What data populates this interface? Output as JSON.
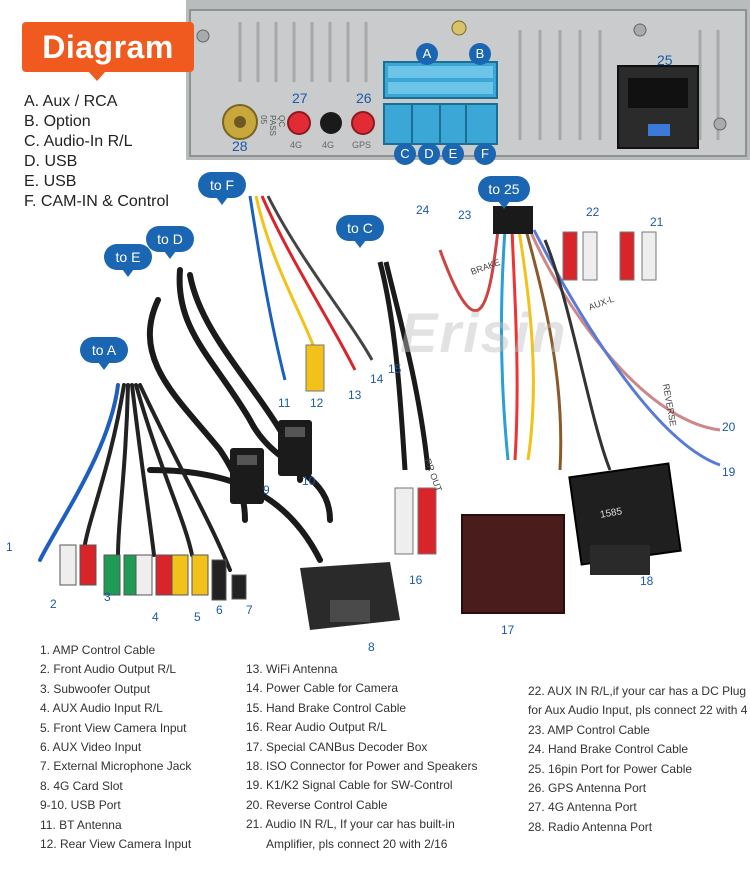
{
  "banner": {
    "title": "Diagram"
  },
  "ports": [
    "A. Aux / RCA",
    "B. Option",
    "C. Audio-In R/L",
    "D. USB",
    "E. USB",
    "F. CAM-IN & Control"
  ],
  "connector_letters": [
    "A",
    "B",
    "C",
    "D",
    "E",
    "F"
  ],
  "head_unit": {
    "port_numbers": [
      "27",
      "26",
      "25",
      "28"
    ],
    "port_labels": [
      "4G",
      "4G",
      "GPS"
    ],
    "sticker": "QC\nPASS\n05"
  },
  "bubbles": {
    "to_a": "to A",
    "to_c": "to C",
    "to_d": "to D",
    "to_e": "to E",
    "to_f": "to F",
    "to_25": "to 25"
  },
  "callout_numbers": [
    "1",
    "2",
    "3",
    "4",
    "5",
    "6",
    "7",
    "8",
    "9",
    "10",
    "11",
    "12",
    "13",
    "14",
    "15",
    "16",
    "17",
    "18",
    "19",
    "20",
    "21",
    "22",
    "23",
    "24"
  ],
  "tag_labels": {
    "brake": "BRAKE",
    "rr_out": "RR OUT",
    "reverse": "REVERSE",
    "aux_l": "AUX-L",
    "box_code": "1585"
  },
  "watermark": "Erisin",
  "descriptions": {
    "col1": [
      "1. AMP Control Cable",
      "2. Front Audio Output R/L",
      "3. Subwoofer Output",
      "4. AUX Audio Input R/L",
      "5. Front View Camera Input",
      "6. AUX Video Input",
      "7. External Microphone Jack",
      "8. 4G Card Slot",
      "9-10. USB Port",
      "11. BT Antenna",
      "12. Rear View Camera Input"
    ],
    "col2": [
      "13. WiFi Antenna",
      "14. Power Cable for Camera",
      "15. Hand Brake Control Cable",
      "16. Rear Audio Output R/L",
      "17. Special CANBus Decoder Box",
      "18. ISO Connector for Power and Speakers",
      "19. K1/K2 Signal Cable for SW-Control",
      "20. Reverse Control Cable",
      "21. Audio IN R/L, If your car has built-in",
      "Amplifier, pls connect 20 with 2/16"
    ],
    "col3": [
      "22. AUX IN R/L,if your car has a DC Plug for Aux Audio Input, pls connect 22 with 4",
      "23. AMP Control Cable",
      "24. Hand Brake Control Cable",
      "25. 16pin Port for Power Cable",
      "26. GPS Antenna Port",
      "27. 4G Antenna Port",
      "28. Radio Antenna Port"
    ]
  }
}
